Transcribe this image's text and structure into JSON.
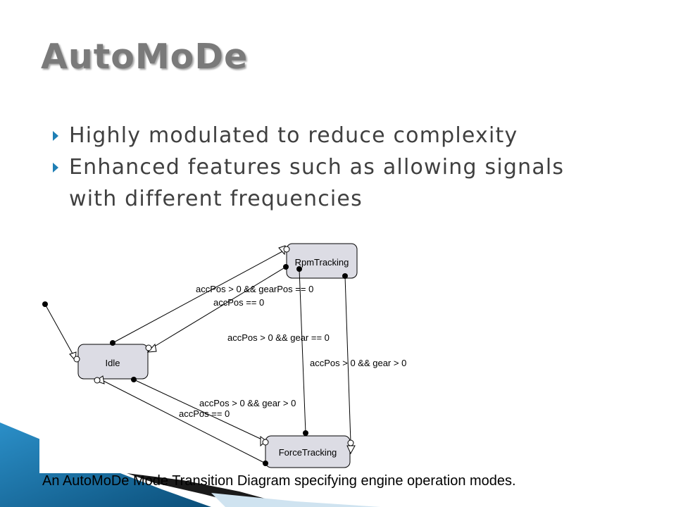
{
  "slide": {
    "title": "AutoMoDe",
    "bullets": [
      "Highly modulated to reduce complexity",
      "Enhanced features such as allowing signals with different frequencies"
    ],
    "caption": "An AutoMoDe Mode Transition Diagram specifying engine operation modes.",
    "accent_color": "#1f7fb5"
  },
  "diagram": {
    "states": {
      "idle": "Idle",
      "rpm": "RpmTracking",
      "force": "ForceTracking"
    },
    "transitions": {
      "idle_to_rpm": "accPos > 0 && gearPos == 0",
      "rpm_to_idle": "accPos == 0",
      "rpm_to_force": "accPos > 0 && gear == 0",
      "force_to_rpm": "accPos > 0 && gear > 0",
      "idle_to_force": "accPos > 0 && gear > 0",
      "force_to_idle": "accPos == 0"
    }
  }
}
